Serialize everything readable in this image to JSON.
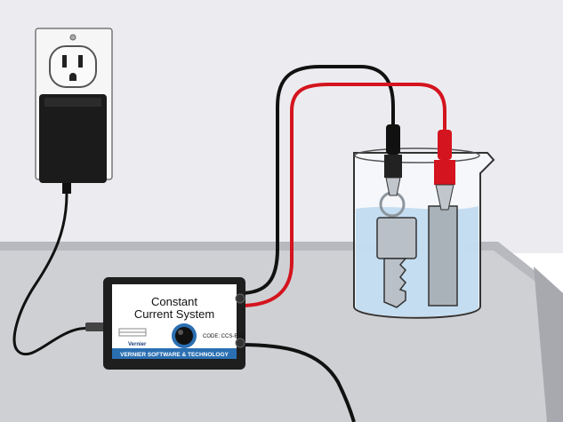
{
  "device": {
    "title_line1": "Constant",
    "title_line2": "Current System",
    "brand": "Vernier",
    "code": "CODE: CCS-BTA",
    "banner": "VERNIER SOFTWARE & TECHNOLOGY"
  },
  "colors": {
    "wall": "#ececf0",
    "table_top": "#cfd0d4",
    "table_edge": "#9a9ba0",
    "device_body": "#1e1e1e",
    "device_panel": "#ffffff",
    "banner_blue": "#2a6fb2",
    "wire_black": "#111111",
    "wire_red": "#d4141e",
    "water": "#bcd8ee",
    "key_metal": "#b9c0c8",
    "electrode": "#a9b1b9"
  }
}
